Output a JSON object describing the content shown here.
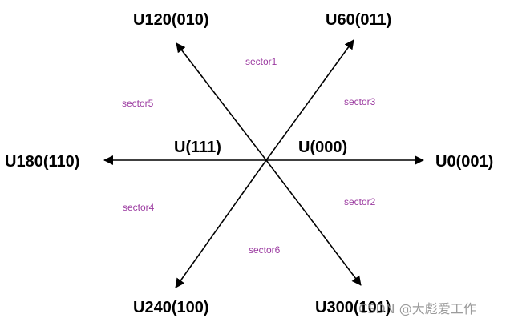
{
  "vectors": {
    "u0": "U0(001)",
    "u60": "U60(011)",
    "u120": "U120(010)",
    "u180": "U180(110)",
    "u240": "U240(100)",
    "u300": "U300(101)"
  },
  "zero_vectors": {
    "u111": "U(111)",
    "u000": "U(000)"
  },
  "sectors": {
    "s1": "sector1",
    "s2": "sector2",
    "s3": "sector3",
    "s4": "sector4",
    "s5": "sector5",
    "s6": "sector6"
  },
  "watermark": "CSDN @大彪爱工作",
  "colors": {
    "sector_text": "#9b3aa0",
    "lines": "#000000"
  }
}
